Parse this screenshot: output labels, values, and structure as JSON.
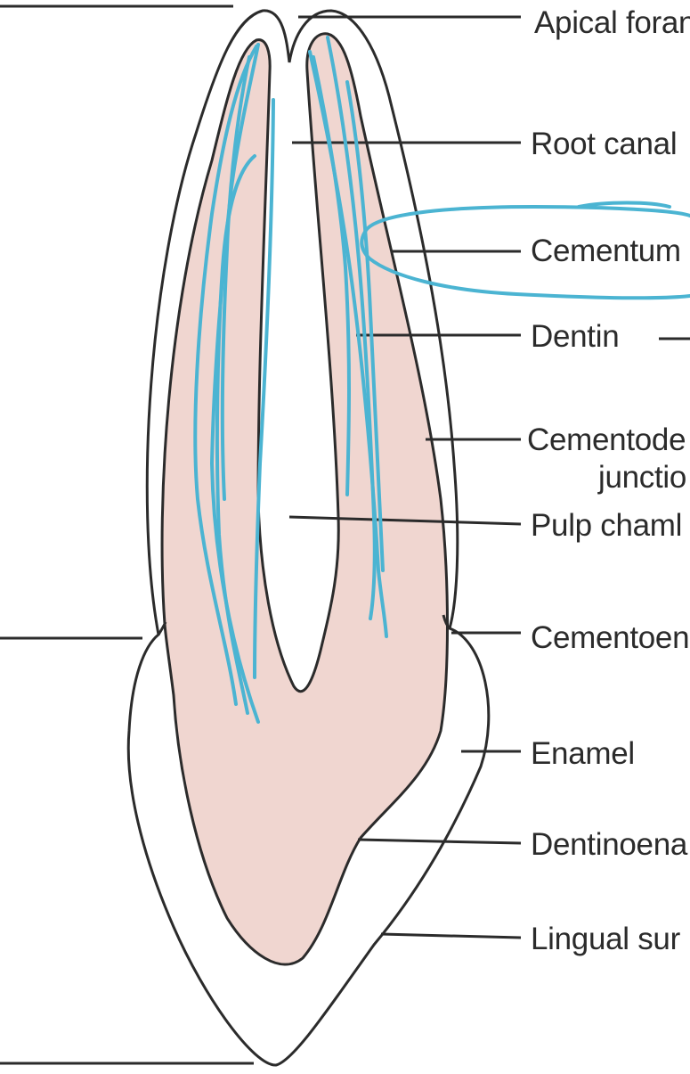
{
  "labels": {
    "apical_foramen": "Apical foran",
    "root_canal": "Root canal",
    "cementum": "Cementum",
    "dentin": "Dentin",
    "cementodentinal_1": "Cementode",
    "cementodentinal_2": "junctio",
    "pulp_chamber": "Pulp chaml",
    "cementoenamel": "Cementoen",
    "enamel": "Enamel",
    "dentinoenamel": "Dentinoena",
    "lingual_surface": "Lingual sur"
  },
  "colors": {
    "outline": "#2b2b2b",
    "dentin_fill": "#f0d6d0",
    "annotation": "#4bb4d2",
    "background": "#ffffff"
  }
}
